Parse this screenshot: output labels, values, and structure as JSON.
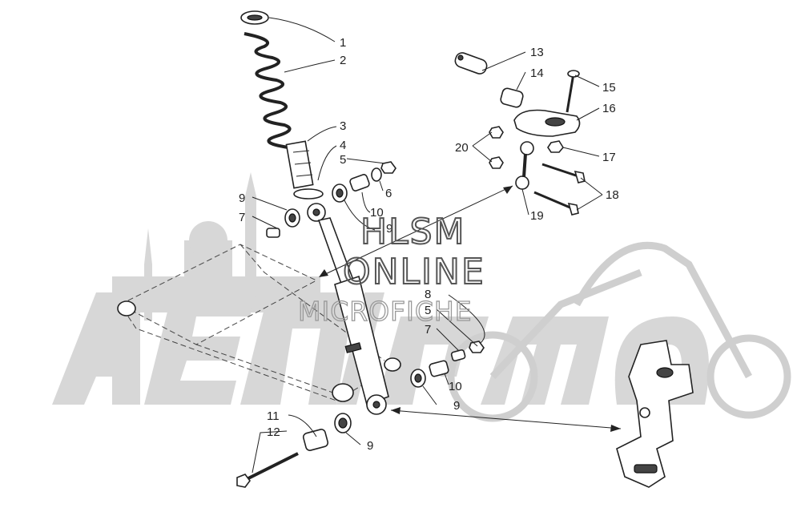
{
  "watermark": {
    "line1": "HLSM",
    "line2": "ONLINE",
    "line3": "MICROFICHE",
    "logo_icon": "arctic-cat-logo-icon",
    "skyline_icon": "city-skyline-icon",
    "motorcycle_icon": "chopper-motorcycle-icon"
  },
  "callouts": [
    "1",
    "2",
    "3",
    "4",
    "5",
    "6",
    "7",
    "8",
    "9",
    "10",
    "11",
    "12",
    "13",
    "14",
    "15",
    "16",
    "17",
    "18",
    "19",
    "20"
  ],
  "extra_callouts": {
    "c5b": "5",
    "c7b": "7",
    "c9b": "9",
    "c9c": "9",
    "c9d": "9",
    "c10b": "10"
  }
}
